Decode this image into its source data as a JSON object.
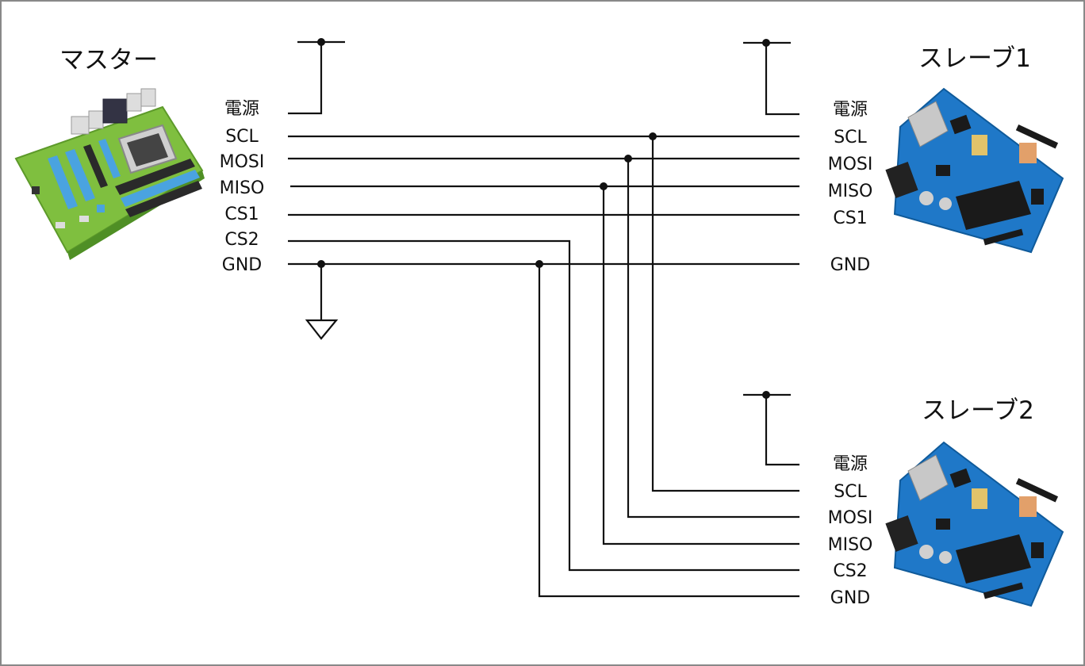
{
  "master": {
    "title": "マスター",
    "pins": [
      "電源",
      "SCL",
      "MOSI",
      "MISO",
      "CS1",
      "CS2",
      "GND"
    ]
  },
  "slave1": {
    "title": "スレーブ1",
    "pins": [
      "電源",
      "SCL",
      "MOSI",
      "MISO",
      "CS1",
      "GND"
    ]
  },
  "slave2": {
    "title": "スレーブ2",
    "pins": [
      "電源",
      "SCL",
      "MOSI",
      "MISO",
      "CS2",
      "GND"
    ]
  },
  "colors": {
    "line": "#111111",
    "border": "#888888",
    "motherboard": "#7fbf3f",
    "arduino": "#1f78c8"
  }
}
